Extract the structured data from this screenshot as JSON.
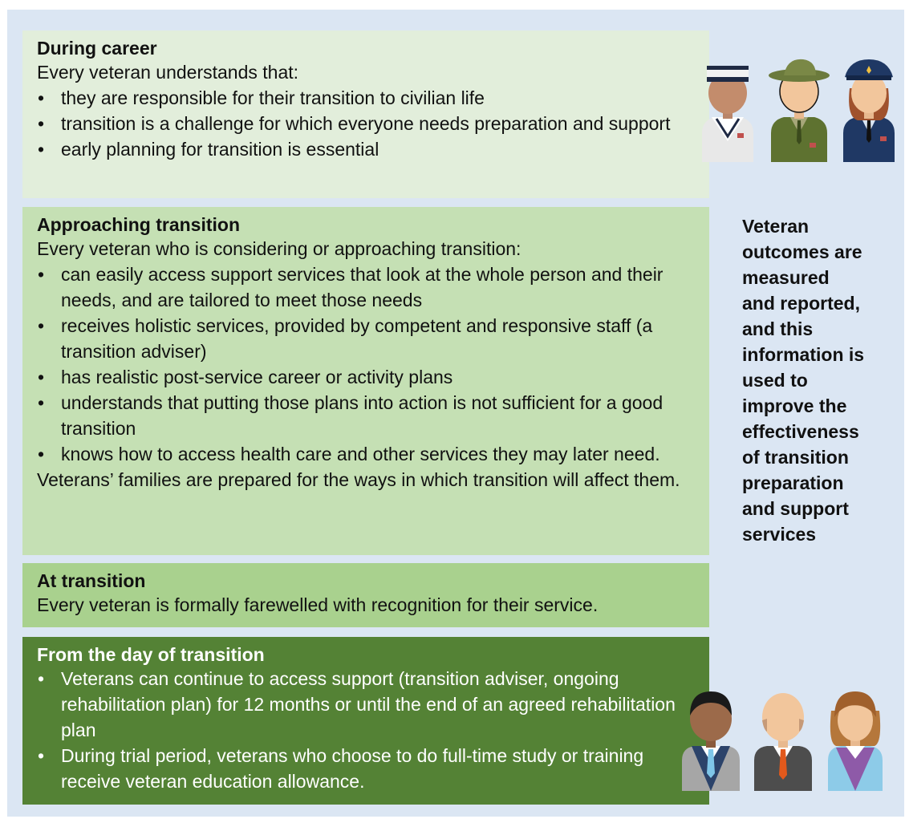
{
  "during_career": {
    "heading": "During career",
    "intro": "Every veteran understands that:",
    "items": [
      "they are responsible for their transition to civilian life",
      "transition is a challenge for which everyone needs preparation and support",
      "early planning for transition is essential"
    ]
  },
  "approaching": {
    "heading": "Approaching transition",
    "intro": "Every veteran who is considering or approaching transition:",
    "items": [
      "can easily access support services that look at the whole person and their needs, and are tailored to meet those needs",
      "receives holistic services, provided by competent and responsive staff (a transition adviser)",
      "has realistic post-service career or activity plans",
      "understands that putting those plans into action is not sufficient for a good transition",
      "knows how to access health care and other services they may later need."
    ],
    "outro": "Veterans’ families are prepared for the ways in which transition will affect them."
  },
  "at_transition": {
    "heading": "At transition",
    "text": "Every veteran is formally farewelled with recognition for their service."
  },
  "from_day": {
    "heading": "From the day of transition",
    "items": [
      "Veterans can continue to access support (transition adviser, ongoing rehabilitation plan) for 12 months or until the end of an agreed rehabilitation plan",
      "During trial period, veterans who choose to do full-time study or training receive veteran education allowance."
    ]
  },
  "side_note": "Veteran\noutcomes are\nmeasured\nand reported,\nand this\ninformation is\nused to\nimprove the\neffectiveness\nof transition\npreparation\nand support\nservices",
  "icons": {
    "service_members": [
      "navy-sailor-icon",
      "army-soldier-icon",
      "air-force-member-icon"
    ],
    "civilians": [
      "civilian-man-icon",
      "civilian-bald-man-icon",
      "civilian-woman-icon"
    ]
  },
  "colors": {
    "background": "#dbe6f3",
    "panel_1": "#e2eedb",
    "panel_2": "#c5e0b4",
    "panel_3": "#a9d18e",
    "panel_4": "#548235"
  }
}
